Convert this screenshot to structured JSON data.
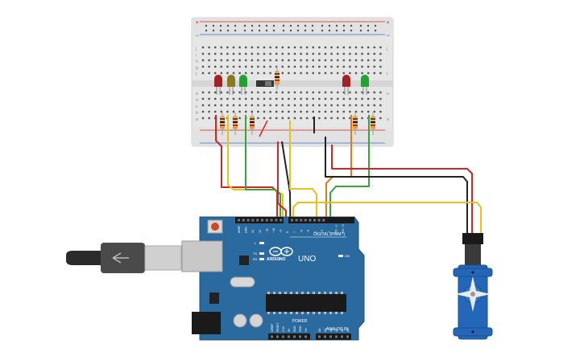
{
  "breadboard": {
    "row_letters_top": [
      "j",
      "i",
      "h",
      "g",
      "f"
    ],
    "row_letters_bottom": [
      "e",
      "d",
      "c",
      "b",
      "a"
    ],
    "rail_plus": "+",
    "rail_minus": "−"
  },
  "arduino": {
    "board_name": "UNO",
    "logo_text": "ARDUINO",
    "digital_label": "DIGITAL (PWM~)",
    "analog_label": "ANALOG IN",
    "power_label": "POWER",
    "on_label": "ON",
    "l_label": "L",
    "tx_label": "TX",
    "rx_label": "RX",
    "top_pins": [
      "AREF",
      "GND",
      "13",
      "12",
      "~11",
      "~10",
      "~9",
      "8",
      "7",
      "~6",
      "~5",
      "4",
      "~3",
      "2",
      "TX→1",
      "RX←0"
    ],
    "power_pins": [
      "IOREF",
      "RESET",
      "3.3V",
      "5V",
      "GND",
      "GND",
      "Vin"
    ],
    "analog_pins": [
      "A0",
      "A1",
      "A2",
      "A3",
      "A4",
      "A5"
    ]
  },
  "colors": {
    "board": "#2b6a9e",
    "breadboard": "#e8e8e8",
    "wire_red": "#d42424",
    "wire_yellow": "#e8c21a",
    "wire_green": "#3aa33a",
    "wire_black": "#222222",
    "wire_orange": "#e07b1a",
    "servo": "#2467b8"
  }
}
